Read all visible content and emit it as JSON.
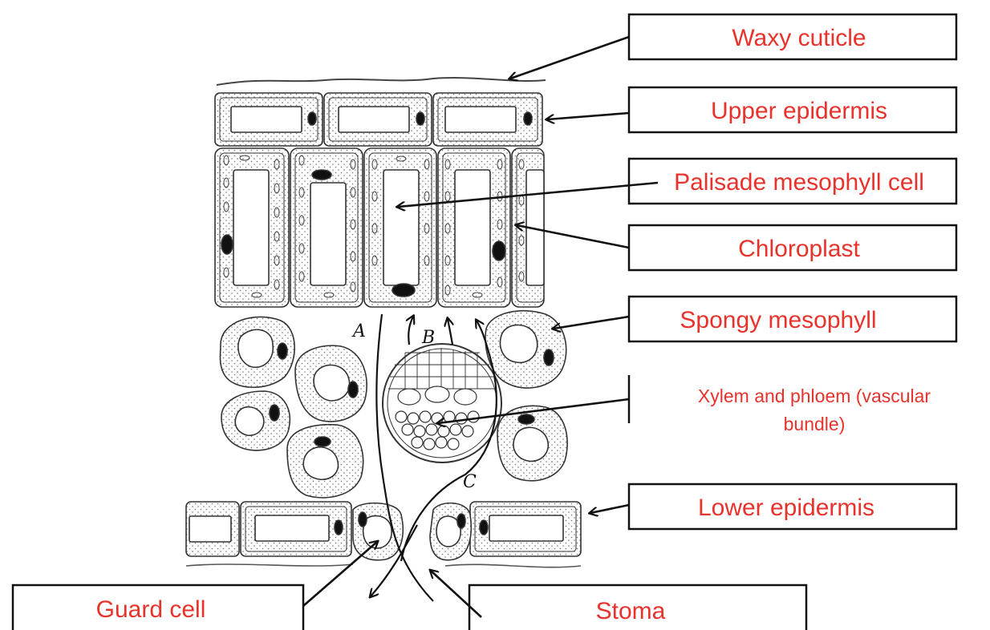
{
  "labels": {
    "waxy_cuticle": "Waxy cuticle",
    "upper_epidermis": "Upper epidermis",
    "palisade_mesophyll": "Palisade mesophyll cell",
    "chloroplast": "Chloroplast",
    "spongy_mesophyll": "Spongy mesophyll",
    "vascular_line1": "Xylem and phloem (vascular",
    "vascular_line2": "bundle)",
    "lower_epidermis": "Lower epidermis",
    "guard_cell": "Guard cell",
    "stoma": "Stoma"
  },
  "path_letters": {
    "a": "A",
    "b": "B",
    "c": "C"
  },
  "colors": {
    "label_text": "#e8322c",
    "line": "#111111",
    "cell_fill": "#ffffff"
  }
}
